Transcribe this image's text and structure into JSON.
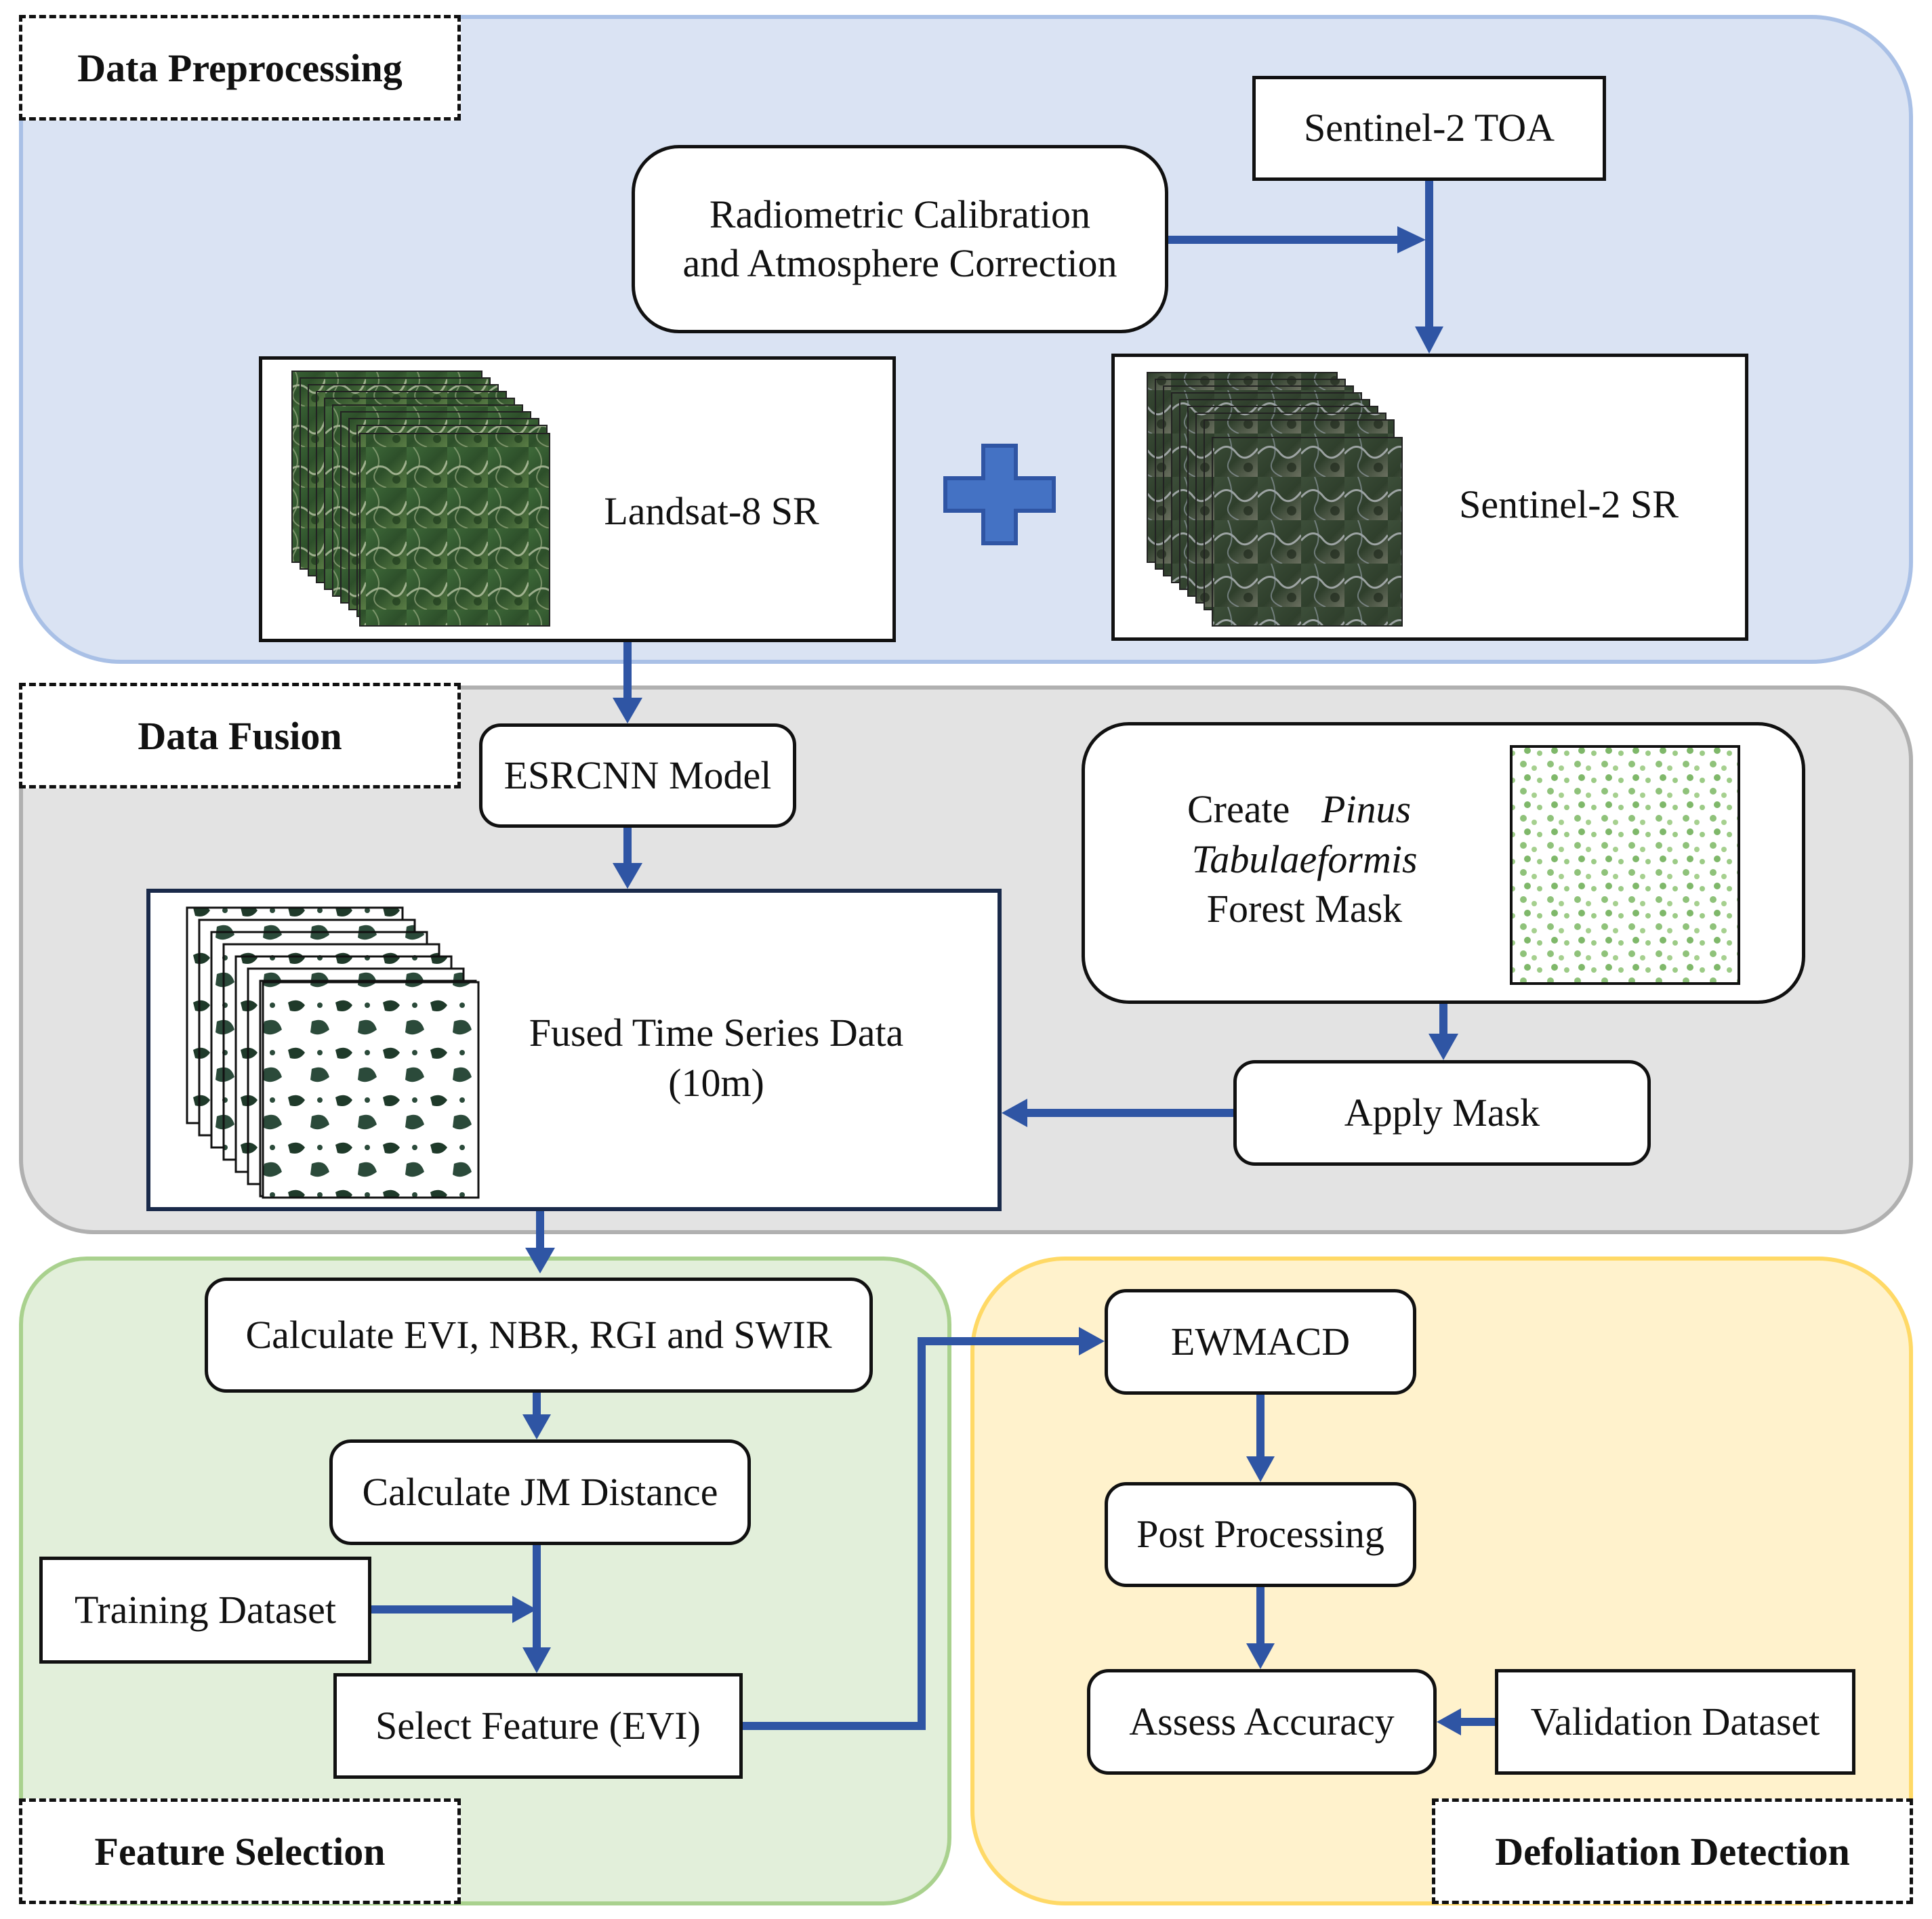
{
  "colors": {
    "arrow": "#2f55a4",
    "preprocessing_fill": "#dae3f3",
    "preprocessing_border": "#a9c0e6",
    "fusion_fill": "#e3e3e3",
    "fusion_border": "#b0b0b0",
    "feature_fill": "#e2efda",
    "feature_border": "#a9d18e",
    "defoliation_fill": "#fff2cc",
    "defoliation_border": "#ffd966",
    "plus_fill": "#4472c4",
    "plus_border": "#2f55a4"
  },
  "sections": {
    "preprocessing": "Data Preprocessing",
    "fusion": "Data Fusion",
    "feature_selection": "Feature Selection",
    "defoliation_detection": "Defoliation Detection"
  },
  "nodes": {
    "sentinel2_toa": "Sentinel-2 TOA",
    "radiometric_line1": "Radiometric Calibration",
    "radiometric_line2": "and Atmosphere Correction",
    "landsat8_sr": "Landsat-8 SR",
    "sentinel2_sr": "Sentinel-2 SR",
    "esrcnn": "ESRCNN Model",
    "mask_create": "Create",
    "mask_species_1": "Pinus",
    "mask_species_2": "Tabulaeformis",
    "mask_forest": "Forest Mask",
    "fused_line1": "Fused Time Series Data",
    "fused_line2": "(10m)",
    "apply_mask": "Apply Mask",
    "calc_indices": "Calculate EVI, NBR, RGI and SWIR",
    "calc_jm": "Calculate JM Distance",
    "training": "Training Dataset",
    "select_feature": "Select Feature (EVI)",
    "ewmacd": "EWMACD",
    "post_processing": "Post Processing",
    "assess_accuracy": "Assess Accuracy",
    "validation": "Validation Dataset"
  },
  "images": {
    "landsat_stack": "satellite-image-stack",
    "sentinel_stack": "satellite-image-stack",
    "fused_stack": "masked-image-stack",
    "forest_mask": "forest-mask-map"
  }
}
